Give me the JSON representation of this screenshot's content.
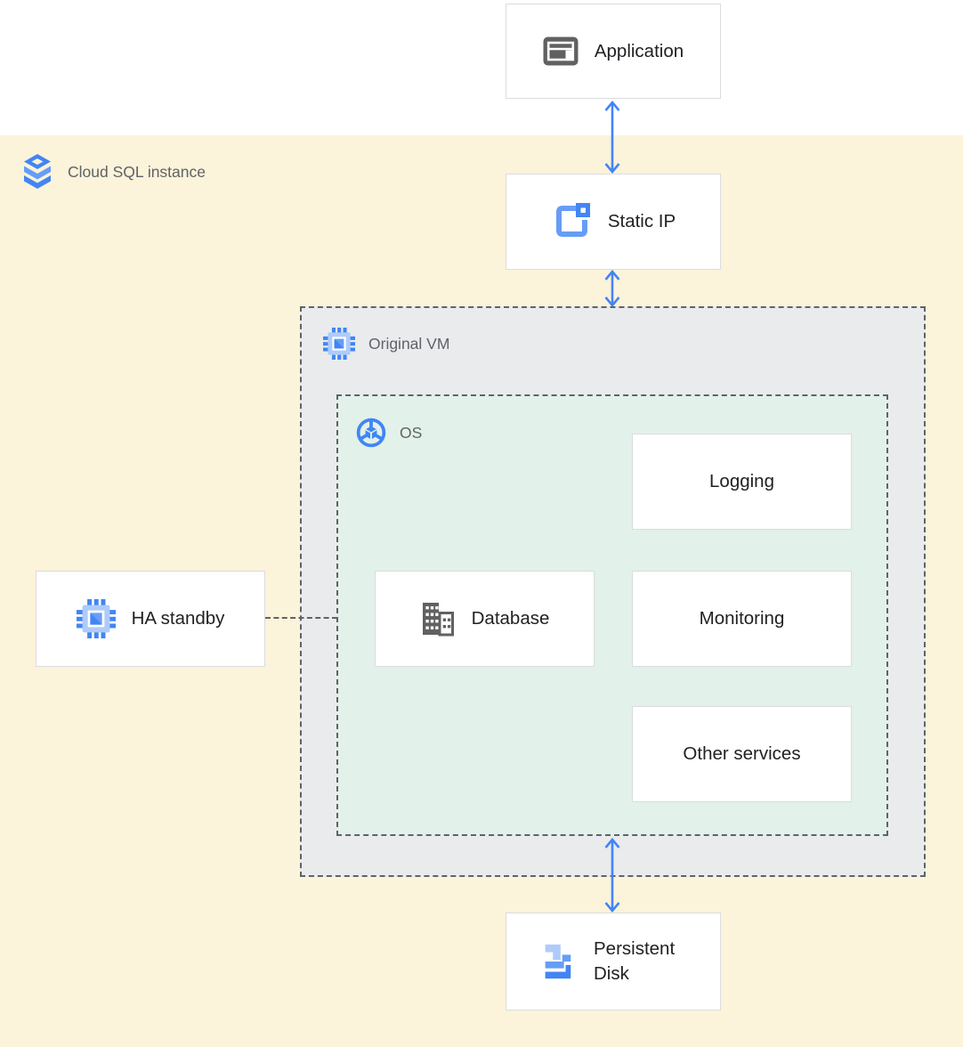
{
  "colors": {
    "yellow_bg": "#FBF3DA",
    "gray_bg": "#E9EBED",
    "green_bg": "#E2F1E9",
    "box_border": "#DADCE0",
    "dashed_border": "#5F6368",
    "muted_text": "#5F6368",
    "dark_text": "#202124",
    "accent_blue": "#4285F4",
    "mid_blue": "#669DF6",
    "light_blue": "#AECBFA",
    "icon_gray": "#616161"
  },
  "region": {
    "label": "Cloud SQL instance"
  },
  "containers": {
    "original_vm": {
      "label": "Original VM"
    },
    "os": {
      "label": "OS"
    }
  },
  "nodes": {
    "application": {
      "label": "Application"
    },
    "static_ip": {
      "label": "Static IP"
    },
    "ha_standby": {
      "label": "HA standby"
    },
    "database": {
      "label": "Database"
    },
    "logging": {
      "label": "Logging"
    },
    "monitoring": {
      "label": "Monitoring"
    },
    "other_services": {
      "label": "Other services"
    },
    "persistent_disk": {
      "label": "Persistent Disk"
    }
  },
  "icons": {
    "cloud_sql": "cloud-sql-stack-icon",
    "application": "application-window-icon",
    "static_ip": "external-ip-icon",
    "compute_engine": "compute-engine-chip-icon",
    "os": "os-image-icon",
    "database": "database-building-icon",
    "persistent_disk": "persistent-disk-icon",
    "arrow": "double-headed-arrow"
  },
  "connections": [
    {
      "from": "Application",
      "to": "Static IP",
      "style": "double-arrow"
    },
    {
      "from": "Static IP",
      "to": "Original VM",
      "style": "double-arrow"
    },
    {
      "from": "OS",
      "to": "Persistent Disk",
      "style": "double-arrow"
    },
    {
      "from": "HA standby",
      "to": "Original VM / OS",
      "style": "dashed-line"
    }
  ]
}
